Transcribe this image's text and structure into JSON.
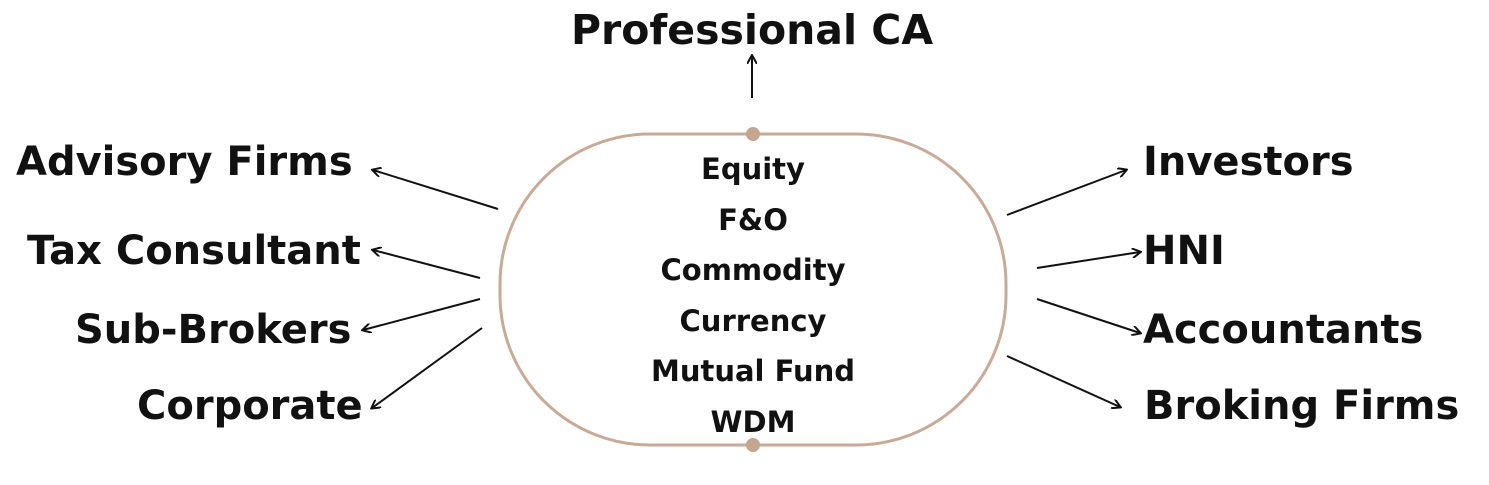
{
  "diagram": {
    "top": "Professional CA",
    "center_items": [
      "Equity",
      "F&O",
      "Commodity",
      "Currency",
      "Mutual Fund",
      "WDM"
    ],
    "left": [
      "Advisory Firms",
      "Tax Consultant",
      "Sub-Brokers",
      "Corporate"
    ],
    "right": [
      "Investors",
      "HNI",
      "Accountants",
      "Broking Firms"
    ],
    "colors": {
      "hub_outline": "#c9ab95",
      "hub_dot": "#c4a58d",
      "text": "#111111",
      "arrow": "#111111"
    }
  }
}
